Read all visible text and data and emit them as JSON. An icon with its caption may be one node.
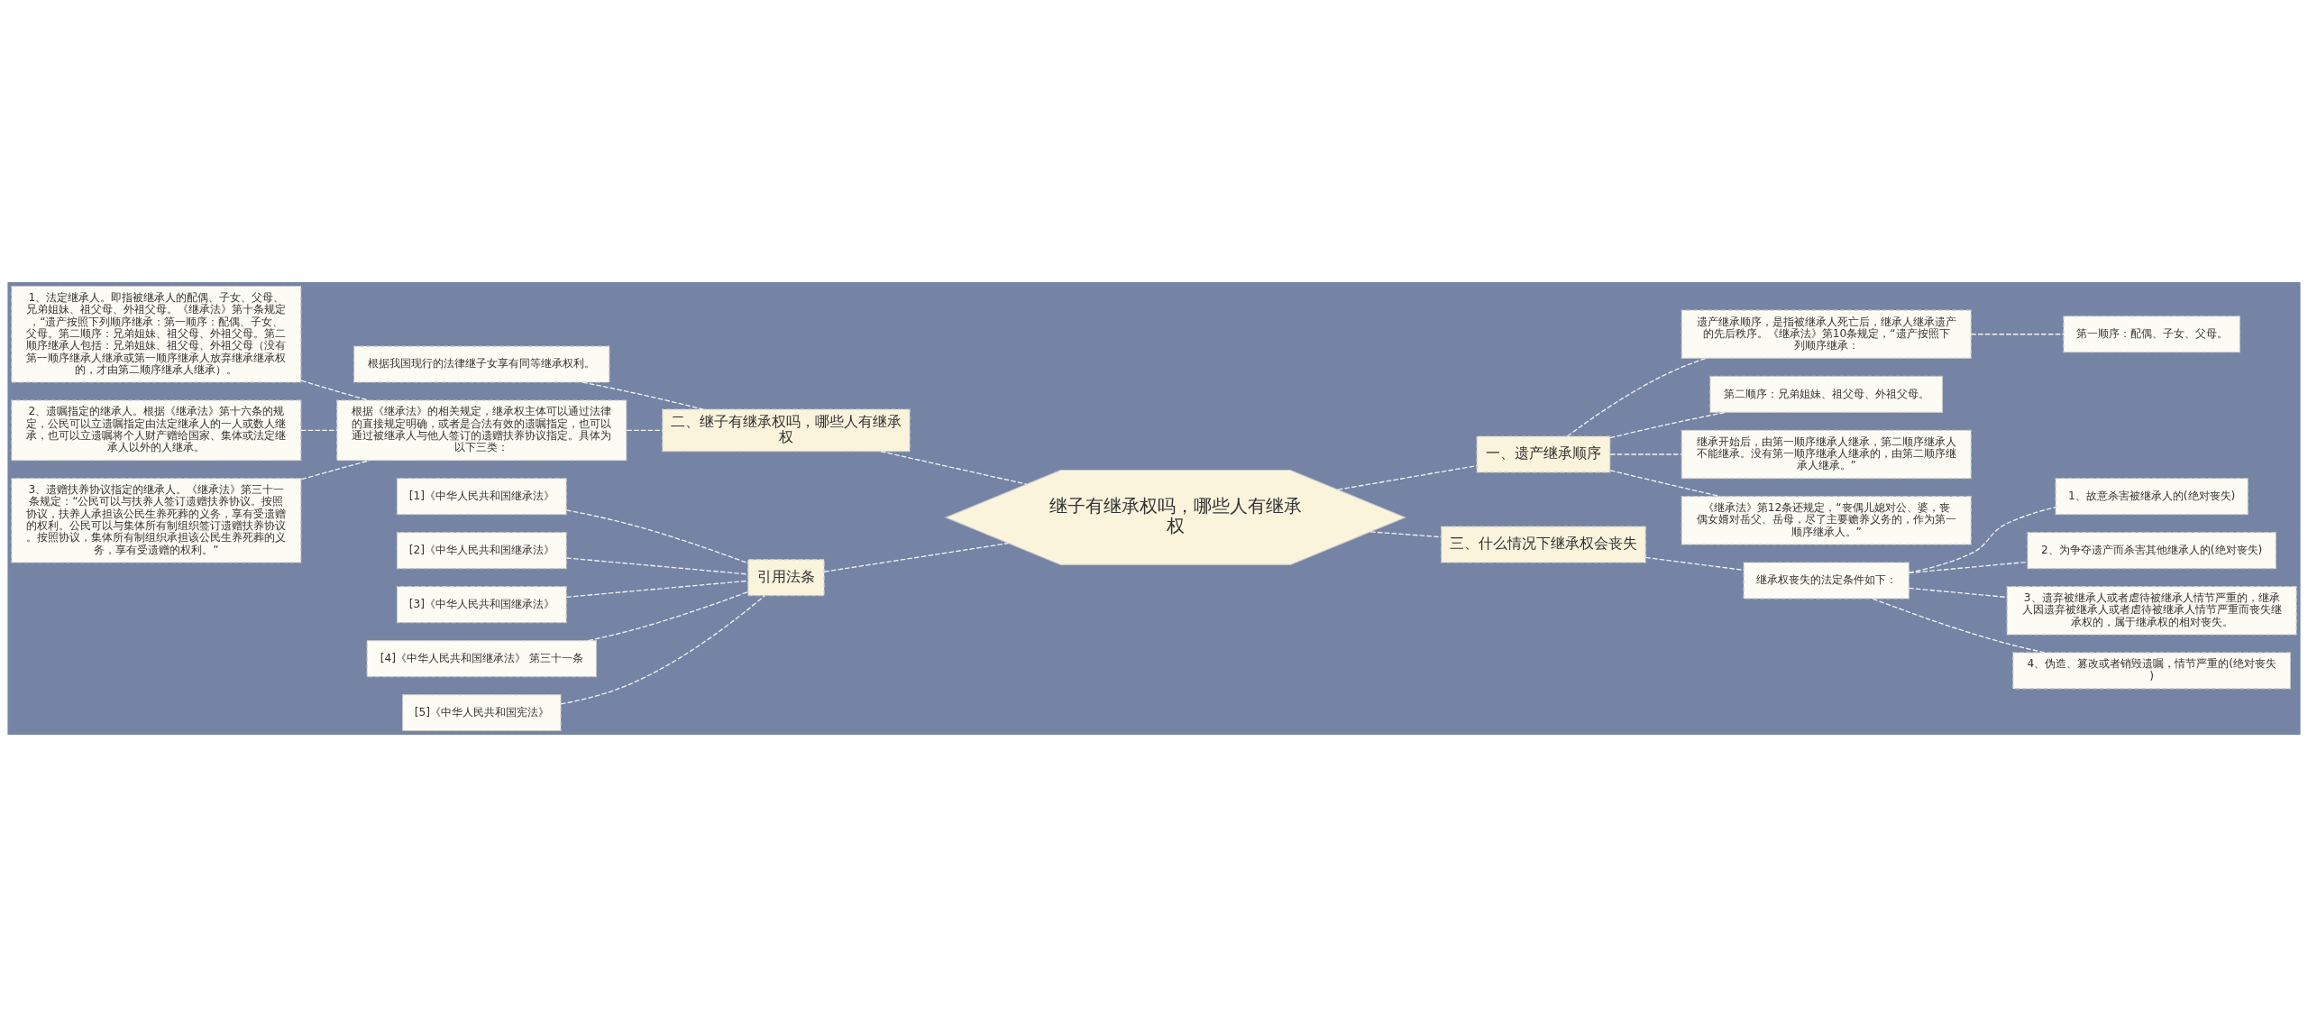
{
  "diagram": {
    "nodes": [
      {
        "text": [
          "继子有继承权吗，哪些人有继承权"
        ]
      },
      {
        "text": [
          "一、遗产继承顺序"
        ]
      },
      {
        "text": [
          "遗产继承顺序，是指被继承人死亡后，继承人继承遗产的先后秩序。《继承法》第10条规定，“遗产按照下列顺序继承："
        ]
      },
      {
        "text": [
          "第一顺序：配偶、子女、父母。"
        ]
      },
      {
        "text": [
          "第二顺序：兄弟姐妹、祖父母、外祖父母。"
        ]
      },
      {
        "text": [
          "继承开始后，由第一顺序继承人继承，第二顺序继承人不能继承。没有第一顺序继承人继承的，由第二顺序继承人继承。”"
        ]
      },
      {
        "text": [
          "《继承法》第12条还规定，“丧偶儿媳对公、婆，丧偶女婿对岳父、岳母，尽了主要赡养义务的，作为第一顺序继承人。”"
        ]
      },
      {
        "text": [
          "三、什么情况下继承权会丧失"
        ]
      },
      {
        "text": [
          "继承权丧失的法定条件如下："
        ]
      },
      {
        "text": [
          "1、故意杀害被继承人的(绝对丧失)"
        ]
      },
      {
        "text": [
          "2、为争夺遗产而杀害其他继承人的(绝对丧失)"
        ]
      },
      {
        "text": [
          "3、遗弃被继承人或者虐待被继承人情节严重的，继承人因遗弃被继承人或者虐待被继承人情节严重而丧失继承权的，属于继承权的相对丧失。"
        ]
      },
      {
        "text": [
          "4、伪造、篡改或者销毁遗嘱，情节严重的(绝对丧失)"
        ]
      },
      {
        "text": [
          "二、继子有继承权吗，哪些人有继承权"
        ]
      },
      {
        "text": [
          "根据我国现行的法律继子女享有同等继承权利。"
        ]
      },
      {
        "text": [
          "根据《继承法》的相关规定，继承权主体可以通过法律的直接规定明确，或者是合法有效的遗嘱指定，也可以通过被继承人与他人签订的遗赠扶养协议指定。具体为以下三类："
        ]
      },
      {
        "text": [
          "1、法定继承人。即指被继承人的配偶、子女、父母、兄弟姐妹、祖父母、外祖父母。《继承法》第十条规定，“遗产按照下列顺序继承：第一顺序：配偶、子女、父母。第二顺序：兄弟姐妹、祖父母、外祖父母。第二顺序继承人包括：兄弟姐妹、祖父母、外祖父母（没有第一顺序继承人继承或第一顺序继承人放弃继承继承权的，才由第二顺序继承人继承）。"
        ]
      },
      {
        "text": [
          "2、遗嘱指定的继承人。根据《继承法》第十六条的规定，公民可以立遗嘱指定由法定继承人的一人或数人继承，也可以立遗嘱将个人财产赠给国家、集体或法定继承人以外的人继承。"
        ]
      },
      {
        "text": [
          "3、遗赠扶养协议指定的继承人。《继承法》第三十一条规定：“公民可以与扶养人签订遗赠扶养协议。按照协议，扶养人承担该公民生养死葬的义务，享有受遗赠的权利。公民可以与集体所有制组织签订遗赠扶养协议。按照协议，集体所有制组织承担该公民生养死葬的义务，享有受遗赠的权利。”"
        ]
      },
      {
        "text": [
          "引用法条"
        ]
      },
      {
        "text": [
          "[1]《中华人民共和国继承法》"
        ]
      },
      {
        "text": [
          "[2]《中华人民共和国继承法》"
        ]
      },
      {
        "text": [
          "[3]《中华人民共和国继承法》"
        ]
      },
      {
        "text": [
          "[4]《中华人民共和国继承法》 第三十一条"
        ]
      },
      {
        "text": [
          "[5]《中华人民共和国宪法》"
        ]
      }
    ],
    "edges": [
      {
        "from": 0,
        "to": 1,
        "arrow": "none"
      },
      {
        "from": 1,
        "to": 2,
        "arrow": "none"
      },
      {
        "from": 2,
        "to": 3,
        "arrow": "none"
      },
      {
        "from": 1,
        "to": 4,
        "arrow": "none"
      },
      {
        "from": 1,
        "to": 5,
        "arrow": "none"
      },
      {
        "from": 1,
        "to": 6,
        "arrow": "none"
      },
      {
        "from": 0,
        "to": 7,
        "arrow": "none"
      },
      {
        "from": 7,
        "to": 8,
        "arrow": "none"
      },
      {
        "from": 8,
        "to": 9,
        "arrow": "none"
      },
      {
        "from": 8,
        "to": 10,
        "arrow": "none"
      },
      {
        "from": 8,
        "to": 11,
        "arrow": "none"
      },
      {
        "from": 8,
        "to": 12,
        "arrow": "none"
      },
      {
        "from": 13,
        "to": 0,
        "arrow": "none"
      },
      {
        "from": 14,
        "to": 13,
        "arrow": "none"
      },
      {
        "from": 15,
        "to": 13,
        "arrow": "none"
      },
      {
        "from": 16,
        "to": 15,
        "arrow": "none"
      },
      {
        "from": 17,
        "to": 15,
        "arrow": "none"
      },
      {
        "from": 18,
        "to": 15,
        "arrow": "none"
      },
      {
        "from": 19,
        "to": 0,
        "arrow": "none"
      },
      {
        "from": 20,
        "to": 19,
        "arrow": "none"
      },
      {
        "from": 21,
        "to": 19,
        "arrow": "none"
      },
      {
        "from": 22,
        "to": 19,
        "arrow": "none"
      },
      {
        "from": 23,
        "to": 19,
        "arrow": "none"
      },
      {
        "from": 24,
        "to": 19,
        "arrow": "none"
      }
    ]
  }
}
